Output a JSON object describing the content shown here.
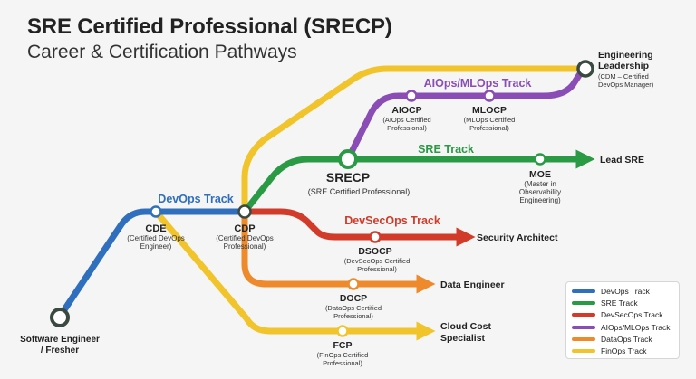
{
  "header": {
    "title": "SRE Certified Professional (SRECP)",
    "subtitle": "Career & Certification Pathways"
  },
  "colors": {
    "devops": "#2f6fbd",
    "sre": "#2a9a45",
    "devsecops": "#d23a2a",
    "aiops": "#8a4cb5",
    "dataops": "#ee8a2c",
    "finops": "#f2c42c",
    "node_stroke": "#3a4a40",
    "node_fill": "#ffffff"
  },
  "tracks": {
    "devops": "DevOps Track",
    "sre": "SRE Track",
    "devsecops": "DevSecOps Track",
    "aiops": "AIOps/MLOps Track"
  },
  "nodes": {
    "start": {
      "label1": "Software Engineer",
      "label2": "/ Fresher"
    },
    "cde": {
      "abbr": "CDE",
      "full1": "(Certified DevOps",
      "full2": "Engineer)"
    },
    "cdp": {
      "abbr": "CDP",
      "full1": "(Certified DevOps",
      "full2": "Professional)"
    },
    "srecp": {
      "abbr": "SRECP",
      "full1": "(SRE Certified Professional)"
    },
    "aiocp": {
      "abbr": "AIOCP",
      "full1": "(AIOps Certified",
      "full2": "Professional)"
    },
    "mlocp": {
      "abbr": "MLOCP",
      "full1": "(MLOps Certified",
      "full2": "Professional)"
    },
    "moe": {
      "abbr": "MOE",
      "full1": "(Master in",
      "full2": "Observability",
      "full3": "Engineering)"
    },
    "dsocp": {
      "abbr": "DSOCP",
      "full1": "(DevSecOps Certified",
      "full2": "Professional)"
    },
    "docp": {
      "abbr": "DOCP",
      "full1": "(DataOps Certified",
      "full2": "Professional)"
    },
    "fcp": {
      "abbr": "FCP",
      "full1": "(FinOps Certified",
      "full2": "Professional)"
    }
  },
  "destinations": {
    "eng_leadership": {
      "l1": "Engineering",
      "l2": "Leadership",
      "d1": "(CDM – Certified",
      "d2": "DevOps Manager)"
    },
    "lead_sre": "Lead SRE",
    "security_architect": "Security Architect",
    "data_engineer": "Data Engineer",
    "cloud_cost": {
      "l1": "Cloud Cost",
      "l2": "Specialist"
    }
  },
  "legend": [
    {
      "label": "DevOps Track",
      "color": "#2f6fbd"
    },
    {
      "label": "SRE Track",
      "color": "#2a9a45"
    },
    {
      "label": "DevSecOps Track",
      "color": "#d23a2a"
    },
    {
      "label": "AIOps/MLOps Track",
      "color": "#8a4cb5"
    },
    {
      "label": "DataOps Track",
      "color": "#ee8a2c"
    },
    {
      "label": "FinOps Track",
      "color": "#f2c42c"
    }
  ]
}
